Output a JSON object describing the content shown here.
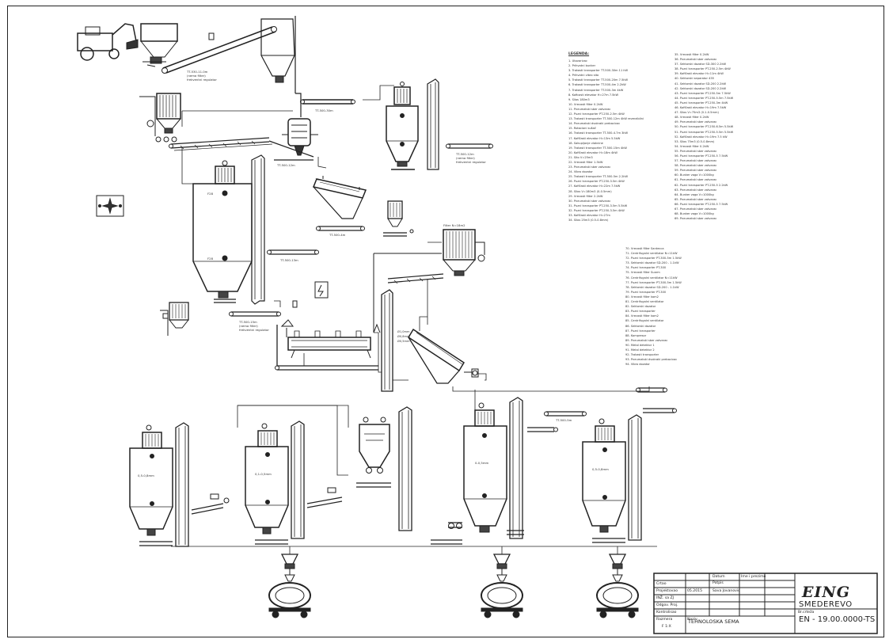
{
  "legend": {
    "title": "LEGENDA:",
    "col1": [
      "1. Utovarivac",
      "2. Prihvatni bunker",
      "3. Trakasti transporter TT-500-30m 11 kW",
      "4. Prihvatni vibro sito",
      "5. Trakasti transporter TT-500-20m 7.5kW",
      "6. Trakasti transporter TT-500-4m 2.2kW",
      "7. Trakasti transporter TT-500-3m 4kW",
      "8. Koficasti elevator H=27m 7.5kW",
      "9. Silos 180m3",
      "10. Vrecasti filter 0.2kW",
      "11. Pneumatski sber zatvarac",
      "12. Puzni transporter PT-250-2.5m 4kW",
      "13. Trakasti transporter TT-500-12m 4kW reverzibilni",
      "14. Pneumatski dvokraki prebacivac",
      "15. Rotacioni sušač",
      "16. Trakasti transporter TT-500-4.7m 3kW",
      "17. Kofičasti elevator H=13m 5.5kW",
      "18. Sakupljanje vlaknine",
      "19. Trakasti transporter TT-500-15m 4kW",
      "20. Kofičasti elevator H=18m 4kW",
      "21. Sito V=25m3",
      "22. Vrecasti filter 1.5kW",
      "23. Pneumatski sber zatvarac",
      "24. Vibro dozator",
      "25. Trakasti transporter TT-500-5m 2.2kW",
      "26. Puzni transporter PT-250-3.5m 4kW",
      "27. Kofičasti elevator H=22m 7.5kW",
      "28. Silos V=180m3 (0-0.5mm)",
      "29. Vrecasti filter 2.2kW",
      "30. Pneumatski sber zatvarac",
      "31. Puzni transporter PT-250-3.5m 5.5kW",
      "32. Puzni transporter PT-250-3.5m 4kW",
      "33. Kofičasti elevator H=27m",
      "34. Silos 25m3 (0.5-0.8mm)"
    ],
    "col2": [
      "35. Vrecasti filter 0.2kW",
      "36. Pneumatski sber zatvarac",
      "37. Sektorski dozator SD-300 2.2kW",
      "38. Puzni transporter PT-250-2.5m 4kW",
      "39. Kofičasti elevator H=11m 4kW",
      "40. Sektorski separator 435",
      "41. Sektorski dozator SD-200 2.2kW",
      "42. Sektorski dozator SD-200 2.2kW",
      "43. Puzni transporter PT-250-5m 7.5kW",
      "44. Puzni transporter PT-250-5.5m 7.5kW",
      "45. Puzni transporter PT-250-3m 4kW",
      "46. Kofičasti elevator H=19m 7.5kW",
      "47. Silos V=75m3 (0.1-0.5mm)",
      "48. Vrecasti filter 0.2kW",
      "49. Pneumatski sber zatvarac",
      "50. Puzni transporter PT-250-6.5m 5.5kW",
      "51. Puzni transporter PT-250-5.5m 5.5kW",
      "52. Kofičasti elevator H=19m 7.5 kW",
      "53. Silos 75m3 (0.5-0.8mm)",
      "54. Vrecasti filter 0.2kW",
      "55. Pneumatski sber zatvarac",
      "56. Puzni transporter PT-250-5 7.5kW",
      "57. Pneumatski sber zatvarac",
      "58. Pneumatski sber zatvarac",
      "59. Pneumatski sber zatvarac",
      "60. Bunker vaga V=1000kg",
      "61. Pneumatski sber zatvarac",
      "62. Puzni transporter PT-250-5 2.2kW",
      "63. Pneumatski sber zatvarac",
      "64. Bunker vaga V=1000kg",
      "65. Pneumatski sber zatvarac",
      "66. Puzni transporter PT-250-5 7.5kW",
      "67. Pneumatski sber zatvarac",
      "68. Bunker vaga V=1000kg",
      "69. Pneumatski sber zatvarac"
    ],
    "col3": [
      "70. Vrecasti filter Santecca",
      "71. Centrifugalni ventilator N=11kW",
      "72. Puzni transporter PT-300-5m 1.5kW",
      "73. Sektorski dozator SD-200 - 1.1kW",
      "74. Puzni transporter PT-300",
      "75. Vrecasti filter Suarm",
      "76. Centrifugalni ventilator N=11kW",
      "77. Puzni transporter PT-300-5m 1.5kW",
      "78. Sektorski dozator SD-200 - 1.1kW",
      "79. Puzni transporter PT-300",
      "80. Vrecasti filter kom2",
      "81. Centrifugalni ventilator",
      "82. Sektorski dozator",
      "83. Puzni transporter",
      "84. Vrecasti filter kom2",
      "85. Centrifugalni ventilator",
      "86. Sektorski dozator",
      "87. Puzni transporter",
      "88. Kompresor",
      "89. Pneumatski sber zatvarac",
      "90. Metal detektor 1",
      "91. Metal detektor 2",
      "92. Trakasti transporter",
      "93. Pneumatski dvokraki prebacivac",
      "94. Vibro dozator"
    ]
  },
  "diagram_labels": {
    "conveyor_tt530": "TT-530-11.0m",
    "conveyor_tt530_note": "(nema filter)",
    "conveyor_tt530_reg": "frekventni regulator",
    "conveyor_top": "TT-500-30m",
    "conveyor_mid": "TT-500-12m",
    "conveyor_right": "TT-500-12m",
    "conveyor_right_note": "(nema filter)",
    "conveyor_right_reg": "frekventni regulator",
    "conveyor_small": "TT-500-4m",
    "conveyor_left": "TT-500-13m",
    "conveyor_bottom": "TT-500-15m",
    "conveyor_bottom_note": "(nema filter)",
    "conveyor_bottom_reg": "frekventni regulator",
    "filter_label": "Filter N=18m2",
    "conveyor_lower_right": "TT-500-5m",
    "sieve_label": "Ø1,0mm",
    "sieve_label2": "Ø0,8mm",
    "sieve_label3": "Ø0,5mm",
    "silo1": "0,5-0,8mm",
    "silo2": "0,1-0,5mm",
    "silo3": "0-0,5mm",
    "silo4": "0,5-0,8mm",
    "silo_main_top": "F28",
    "silo_main_bottom": "F28"
  },
  "title_block": {
    "header_date": "Datum",
    "header_name": "Ime i prezime",
    "header_sign": "Potpis",
    "row_crtao": "Crtao",
    "row_projektovao": "Projektovao",
    "row_projektovao_date": "05.2015",
    "row_projektovao_name": "Sava Jovanovic",
    "row_inz": "INŽ. sa ZJ",
    "row_odgov": "Odgov. Proj.",
    "row_kontrolisao": "Kontrolisao",
    "row_razmera": "Razmera",
    "scale": "F 1:X",
    "naziv": "Naziv",
    "title": "TEHNOLOSKA SEMA",
    "br_crteza": "Br.crteža",
    "logo": "EING",
    "city": "SMEDEREVO",
    "doc_no": "EN - 19.00.0000-TS"
  }
}
